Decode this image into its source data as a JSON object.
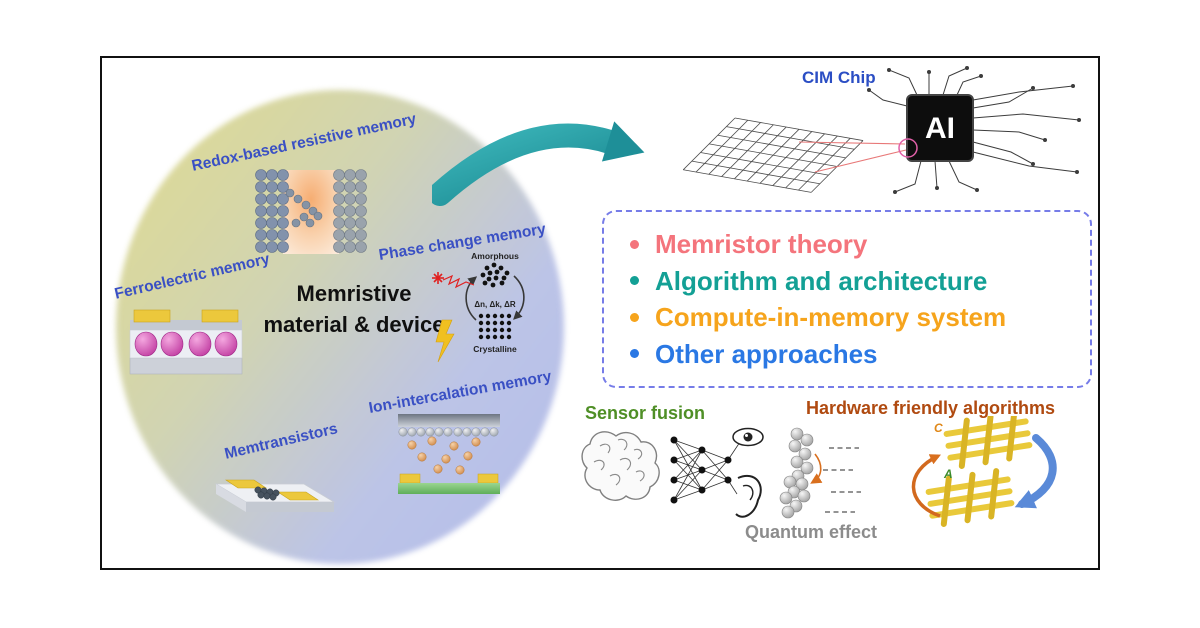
{
  "frame": {
    "border_color": "#111111"
  },
  "circle": {
    "title_line1": "Memristive",
    "title_line2": "material & device",
    "label_color": "#3a50c4",
    "labels": {
      "redox": "Redox-based resistive memory",
      "phase_change": "Phase change memory",
      "ferroelectric": "Ferroelectric memory",
      "ion_intercalation": "Ion-intercalation memory",
      "memtransistors": "Memtransistors"
    },
    "phase_detail": {
      "amorphous": "Amorphous",
      "delta": "Δn, Δk, ΔR",
      "crystalline": "Crystalline"
    }
  },
  "arrow": {
    "color": "#1f9aa0"
  },
  "cim": {
    "label": "CIM Chip",
    "label_color": "#2b4ec4",
    "chip_text": "AI"
  },
  "topics": {
    "border_color": "#767ce8",
    "items": [
      {
        "label": "Memristor theory",
        "color": "#f4747c"
      },
      {
        "label": "Algorithm and architecture",
        "color": "#13a095"
      },
      {
        "label": "Compute-in-memory system",
        "color": "#f6a41c"
      },
      {
        "label": "Other approaches",
        "color": "#2a78e4"
      }
    ]
  },
  "bottom": {
    "sensor_fusion": {
      "label": "Sensor fusion",
      "color": "#4f8f26"
    },
    "quantum_effect": {
      "label": "Quantum effect",
      "color": "#8c8c8c"
    },
    "hardware": {
      "label": "Hardware friendly algorithms",
      "color": "#b04a10",
      "c_mark": "C",
      "a_mark": "A"
    }
  }
}
